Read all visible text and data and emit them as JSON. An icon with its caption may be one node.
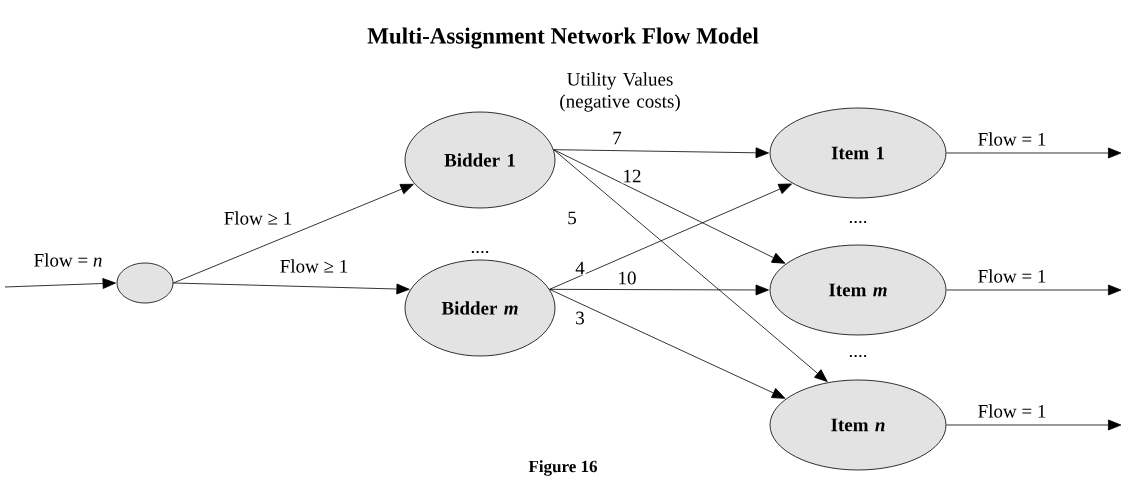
{
  "diagram": {
    "title": "Multi-Assignment Network Flow Model",
    "caption": "Figure 16",
    "nodes": [
      {
        "text": [],
        "shape": "ellipse"
      },
      {
        "text": [
          "Bidder 1"
        ]
      },
      {
        "text": [
          "Bidder *m*"
        ]
      },
      {
        "text": [
          "Item 1"
        ]
      },
      {
        "text": [
          "Item *m*"
        ]
      },
      {
        "text": [
          "Item *n*"
        ]
      }
    ],
    "edges": [
      {
        "from": null,
        "to": 0,
        "arrow": "to",
        "label": "Flow = *n*"
      },
      {
        "from": 0,
        "to": 1,
        "arrow": "to",
        "label": "Flow ≥ 1"
      },
      {
        "from": 0,
        "to": 2,
        "arrow": "to",
        "label": "Flow ≥ 1"
      },
      {
        "from": 1,
        "to": 3,
        "arrow": "to",
        "label": "7"
      },
      {
        "from": 1,
        "to": 4,
        "arrow": "to",
        "label": "12"
      },
      {
        "from": 1,
        "to": 5,
        "arrow": "to",
        "label": "5"
      },
      {
        "from": 2,
        "to": 3,
        "arrow": "to",
        "label": "4"
      },
      {
        "from": 2,
        "to": 4,
        "arrow": "to",
        "label": "10"
      },
      {
        "from": 2,
        "to": 5,
        "arrow": "to",
        "label": "3"
      },
      {
        "from": 3,
        "to": null,
        "arrow": "to",
        "label": "Flow = 1"
      },
      {
        "from": 4,
        "to": null,
        "arrow": "to",
        "label": "Flow = 1"
      },
      {
        "from": 5,
        "to": null,
        "arrow": "to",
        "label": "Flow = 1"
      }
    ],
    "labels": [
      "Utility Values (negative costs)",
      "....",
      "....",
      "...."
    ]
  }
}
